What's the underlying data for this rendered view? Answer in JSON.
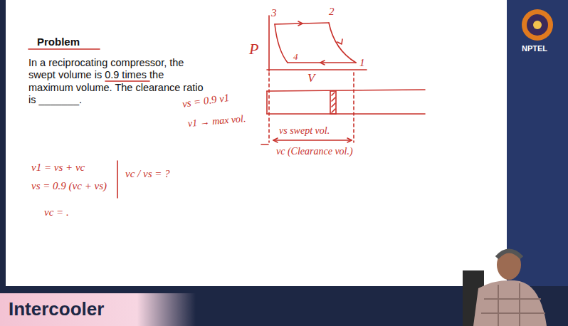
{
  "diagram": {
    "title": "Problem",
    "nodes": [
      {
        "text": [
          "Intercooler"
        ]
      }
    ],
    "labels": [
      "In a reciprocating compressor, the swept volume is 0.9 times the maximum volume. The clearance ratio is _______.",
      "P",
      "3",
      "2",
      "1",
      "4",
      "V",
      "vs = 0.9 v1",
      "v1 → max vol.",
      "v1 = vs + vc",
      "vs = 0.9 (vc + vs)",
      "vc / vs = ?",
      "vc = .",
      "vs swept vol.",
      "vc (Clearance vol.)",
      "NPTEL"
    ]
  }
}
